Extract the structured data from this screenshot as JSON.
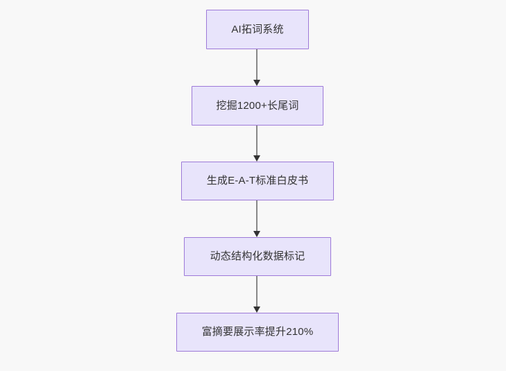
{
  "diagram": {
    "type": "flowchart",
    "orientation": "top-to-bottom",
    "background_color": "#f8f8f8",
    "node_fill_color": "#e8e4fb",
    "node_border_color": "#9d79d8",
    "node_text_color": "#333333",
    "edge_line_color": "#888888",
    "edge_arrow_color": "#333333",
    "nodes": [
      {
        "id": "n1",
        "label": "AI拓词系统"
      },
      {
        "id": "n2",
        "label": "挖掘1200+长尾词"
      },
      {
        "id": "n3",
        "label": "生成E-A-T标准白皮书"
      },
      {
        "id": "n4",
        "label": "动态结构化数据标记"
      },
      {
        "id": "n5",
        "label": "富摘要展示率提升210%"
      }
    ],
    "edges": [
      {
        "id": "e1",
        "from": "n1",
        "to": "n2",
        "label": "",
        "arrow": "arrow-down-icon"
      },
      {
        "id": "e2",
        "from": "n2",
        "to": "n3",
        "label": "",
        "arrow": "arrow-down-icon"
      },
      {
        "id": "e3",
        "from": "n3",
        "to": "n4",
        "label": "",
        "arrow": "arrow-down-icon"
      },
      {
        "id": "e4",
        "from": "n4",
        "to": "n5",
        "label": "",
        "arrow": "arrow-down-icon"
      }
    ]
  }
}
